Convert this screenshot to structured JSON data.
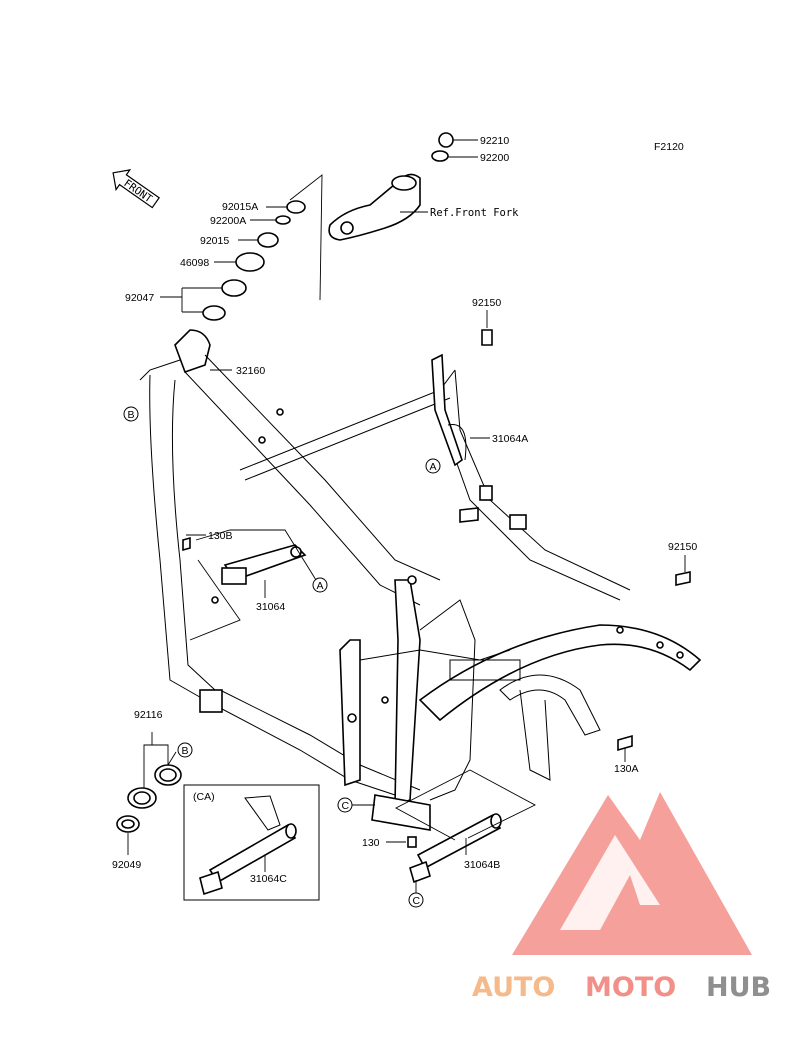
{
  "figure_code": "F2120",
  "front_arrow": "FRONT",
  "ref_front_fork": "Ref.Front Fork",
  "parts": {
    "p92210": "92210",
    "p92200": "92200",
    "p92015A": "92015A",
    "p92200A": "92200A",
    "p92015": "92015",
    "p46098": "46098",
    "p92047": "92047",
    "p32160": "32160",
    "p92150_top": "92150",
    "p31064A": "31064A",
    "p92150_right": "92150",
    "p130B": "130B",
    "p31064": "31064",
    "p92116": "92116",
    "p92049": "92049",
    "p130A": "130A",
    "p130": "130",
    "p31064B": "31064B",
    "p31064C": "31064C",
    "ca_label": "(CA)"
  },
  "callouts": {
    "a": "A",
    "b": "B",
    "c": "C"
  },
  "watermark": {
    "auto": "AUTO",
    "moto": "MOTO",
    "hub": "HUB"
  },
  "colors": {
    "watermark_orange": "#f5b98a",
    "watermark_pink": "#f38f89",
    "watermark_gray": "#8f8f8f"
  }
}
